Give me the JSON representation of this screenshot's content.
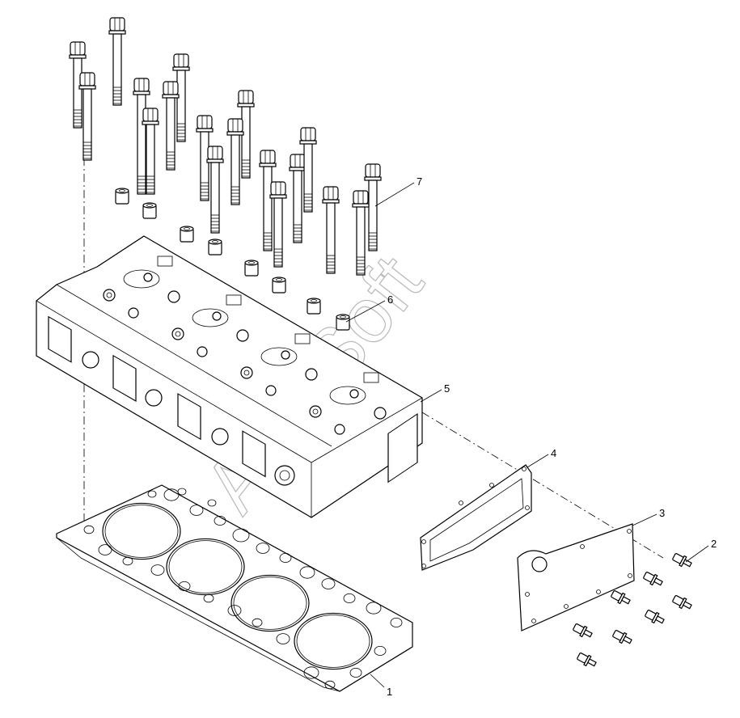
{
  "diagram": {
    "watermark": "AutoSoft",
    "callouts": [
      {
        "id": "1",
        "text": "1"
      },
      {
        "id": "2",
        "text": "2"
      },
      {
        "id": "3",
        "text": "3"
      },
      {
        "id": "4",
        "text": "4"
      },
      {
        "id": "5",
        "text": "5"
      },
      {
        "id": "6",
        "text": "6"
      },
      {
        "id": "7",
        "text": "7"
      }
    ]
  }
}
